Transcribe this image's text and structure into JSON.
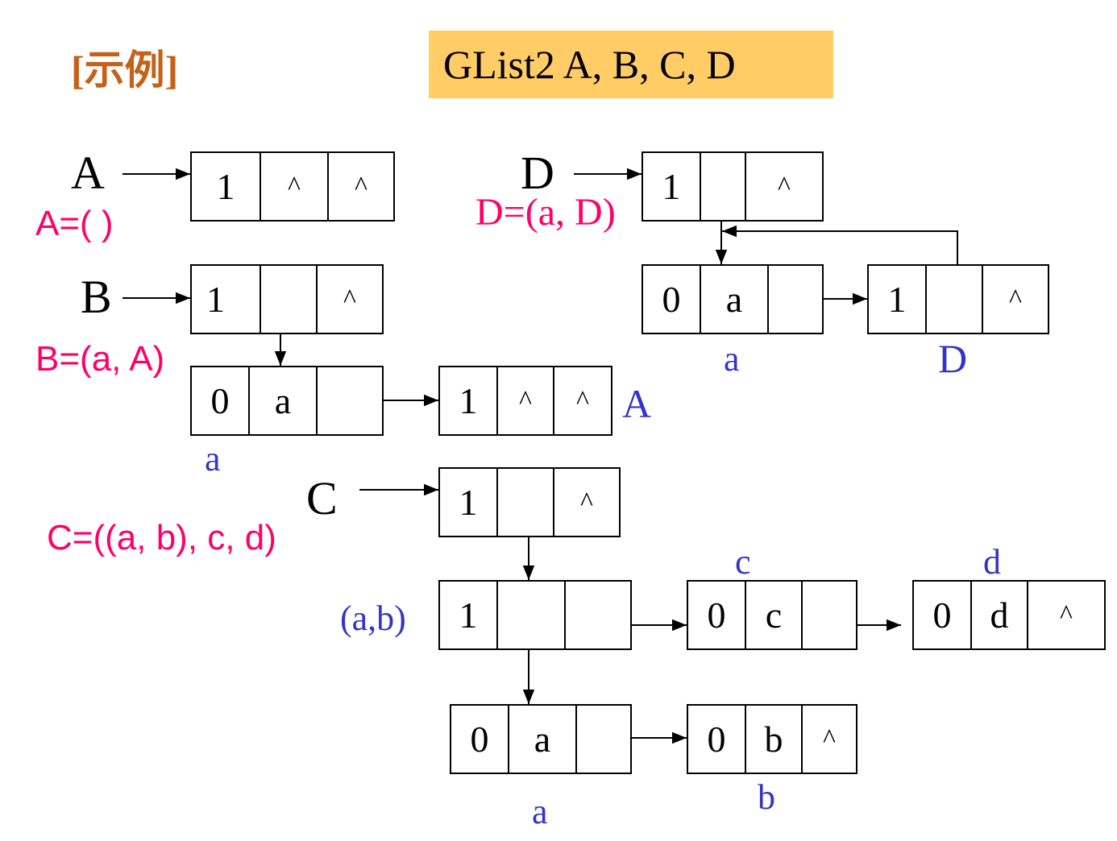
{
  "title": "[示例]",
  "banner": "GList2  A, B, C, D",
  "labels": {
    "A": "A",
    "B": "B",
    "C": "C",
    "D": "D"
  },
  "definitions": {
    "A": "A=( )",
    "B": "B=(a, A)",
    "C": "C=((a, b), c, d)",
    "D": "D=(a, D)"
  },
  "node_captions": {
    "B_a": "a",
    "B_A": "A",
    "D_a": "a",
    "D_D": "D",
    "C_ab": "(a,b)",
    "C_c": "c",
    "C_d": "d",
    "C_a": "a",
    "C_b": "b"
  },
  "nodes": {
    "A_head": [
      "1",
      "^",
      "^"
    ],
    "B_head": [
      "1",
      "",
      "^"
    ],
    "B_a": [
      "0",
      "a",
      ""
    ],
    "B_A": [
      "1",
      "^",
      "^"
    ],
    "D_head": [
      "1",
      "",
      "^"
    ],
    "D_a": [
      "0",
      "a",
      ""
    ],
    "D_rec": [
      "1",
      "",
      "^"
    ],
    "C_head": [
      "1",
      "",
      "^"
    ],
    "C_ab": [
      "1",
      "",
      ""
    ],
    "C_c": [
      "0",
      "c",
      ""
    ],
    "C_d": [
      "0",
      "d",
      "^"
    ],
    "C_a": [
      "0",
      "a",
      ""
    ],
    "C_b": [
      "0",
      "b",
      "^"
    ]
  }
}
